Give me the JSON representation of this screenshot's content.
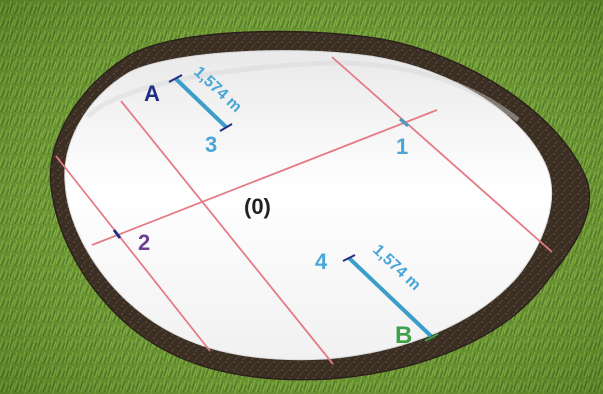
{
  "colors": {
    "grass_dark": "#4f7d1d",
    "grass_light": "#8fbf3a",
    "soil": "#3b2f24",
    "pool_floor": "#ffffff",
    "guide_line": "#e57b86",
    "measure_line": "#3a9ec9",
    "label_blue_dark": "#1f2d84",
    "label_blue_light": "#49a6d6",
    "label_purple": "#6c3f97",
    "label_green": "#3ea04a",
    "label_black": "#222222"
  },
  "diagram": {
    "points": {
      "A": "A",
      "B": "B",
      "one": "1",
      "two": "2",
      "three": "3",
      "four": "4",
      "center": "(0)"
    },
    "measurements": {
      "top": "1,574 m",
      "bottom": "1,574 m"
    }
  }
}
